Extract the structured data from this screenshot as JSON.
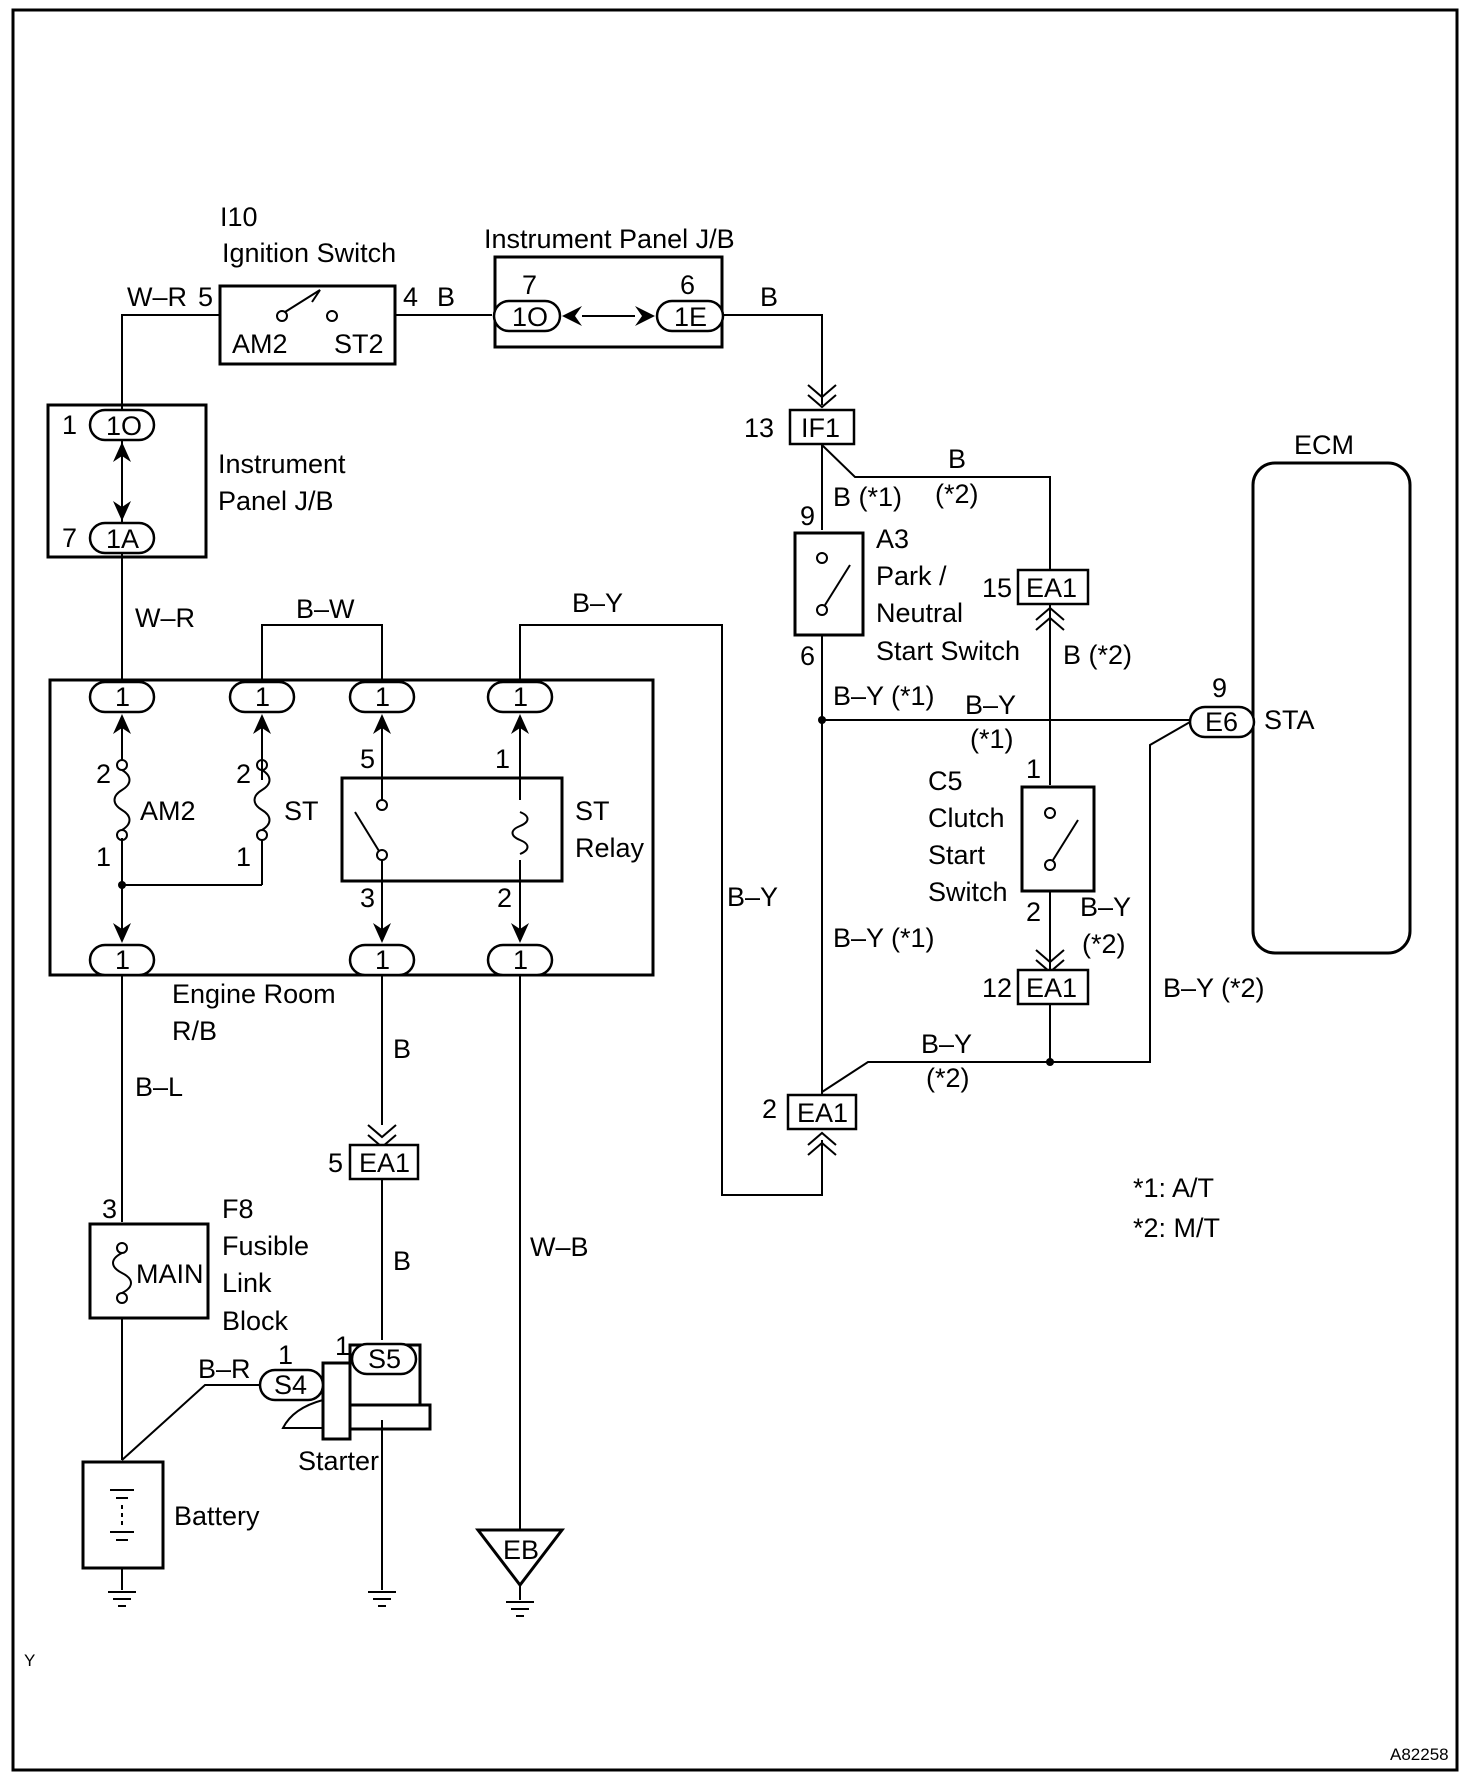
{
  "figure": {
    "ref": "A82258",
    "corner_mark": "Y"
  },
  "ignition_switch": {
    "code": "I10",
    "name": "Ignition Switch",
    "pin_in": "5",
    "pin_out": "4",
    "term_a": "AM2",
    "term_b": "ST2"
  },
  "instrument_panel_jb_top": {
    "name": "Instrument Panel J/B",
    "left_pin": "7",
    "left_conn": "1O",
    "right_pin": "6",
    "right_conn": "1E"
  },
  "instrument_panel_jb_left": {
    "line1": "Instrument",
    "line2": "Panel J/B",
    "top_pin": "1",
    "top_conn": "1O",
    "bottom_pin": "7",
    "bottom_conn": "1A"
  },
  "engine_room_rb": {
    "line1": "Engine Room",
    "line2": "R/B",
    "fuse_am2": "AM2",
    "fuse_st": "ST",
    "relay_line1": "ST",
    "relay_line2": "Relay",
    "conn": "1",
    "pin1": "1",
    "pin2": "2",
    "pin3": "3",
    "pin5": "5"
  },
  "connectors": {
    "if1": {
      "code": "IF1",
      "pin": "13"
    },
    "ea1_15": {
      "code": "EA1",
      "pin": "15"
    },
    "ea1_12": {
      "code": "EA1",
      "pin": "12"
    },
    "ea1_2": {
      "code": "EA1",
      "pin": "2"
    },
    "ea1_5": {
      "code": "EA1",
      "pin": "5"
    },
    "e6": {
      "code": "E6",
      "pin": "9"
    },
    "s4": {
      "code": "S4",
      "pin": "1"
    },
    "s5": {
      "code": "S5",
      "pin": "1"
    }
  },
  "park_neutral_switch": {
    "code": "A3",
    "line1": "Park /",
    "line2": "Neutral",
    "line3": "Start Switch",
    "pin_top": "9",
    "pin_bottom": "6"
  },
  "clutch_switch": {
    "code": "C5",
    "line1": "Clutch",
    "line2": "Start",
    "line3": "Switch",
    "pin_top": "1",
    "pin_bottom": "2"
  },
  "ecm": {
    "name": "ECM",
    "terminal": "STA"
  },
  "fusible_link": {
    "code": "F8",
    "line1": "Fusible",
    "line2": "Link",
    "line3": "Block",
    "fuse": "MAIN",
    "pin": "3"
  },
  "starter": {
    "name": "Starter"
  },
  "battery": {
    "name": "Battery"
  },
  "ground": {
    "code": "EB"
  },
  "wires": {
    "w_r_top": "W–R",
    "b_top": "B",
    "b_jb_out": "B",
    "w_r_mid": "W–R",
    "b_w": "B–W",
    "b_y_top": "B–Y",
    "b_star1": "B (*1)",
    "b_star2_a": "B",
    "b_star2_b": "(*2)",
    "b_star2_right": "B (*2)",
    "by_star1_a": "B–Y (*1)",
    "by_ecm_a": "B–Y",
    "by_ecm_b": "(*1)",
    "by_loop": "B–Y",
    "by_star1_b": "B–Y (*1)",
    "by_clutch_a": "B–Y",
    "by_clutch_b": "(*2)",
    "by_star2_right": "B–Y (*2)",
    "by_junc_a": "B–Y",
    "by_junc_b": "(*2)",
    "b_l": "B–L",
    "b_relay_out": "B",
    "b_starter": "B",
    "w_b": "W–B",
    "b_r": "B–R"
  },
  "notes": {
    "note1": "*1: A/T",
    "note2": "*2: M/T"
  }
}
